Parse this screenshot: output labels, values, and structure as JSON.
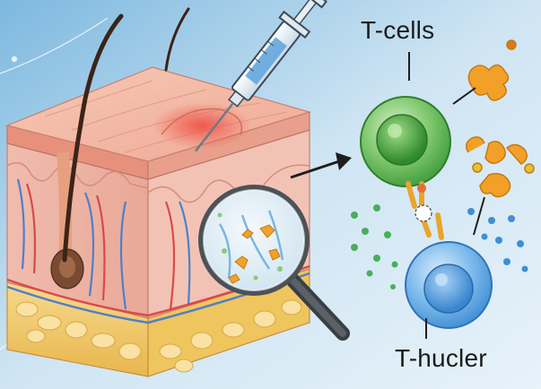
{
  "labels": {
    "top_cell": "T-cells",
    "bottom_cell": "T-hucler"
  },
  "colors": {
    "background_top": "#dcecf6",
    "background_bottom": "#8fc3e3",
    "skin_surface": "#f4b7a5",
    "dermis": "#f3c8bb",
    "fat": "#f2cc72",
    "green_cell": "#55b94d",
    "blue_cell": "#4f9fe0",
    "molecule_orange": "#f0a22a"
  },
  "icons": [
    "syringe-icon",
    "hair-icon",
    "skin-block",
    "magnifying-glass-icon",
    "arrow-icon",
    "t-cell-icon",
    "t-hucler-cell-icon",
    "molecule-icon"
  ]
}
